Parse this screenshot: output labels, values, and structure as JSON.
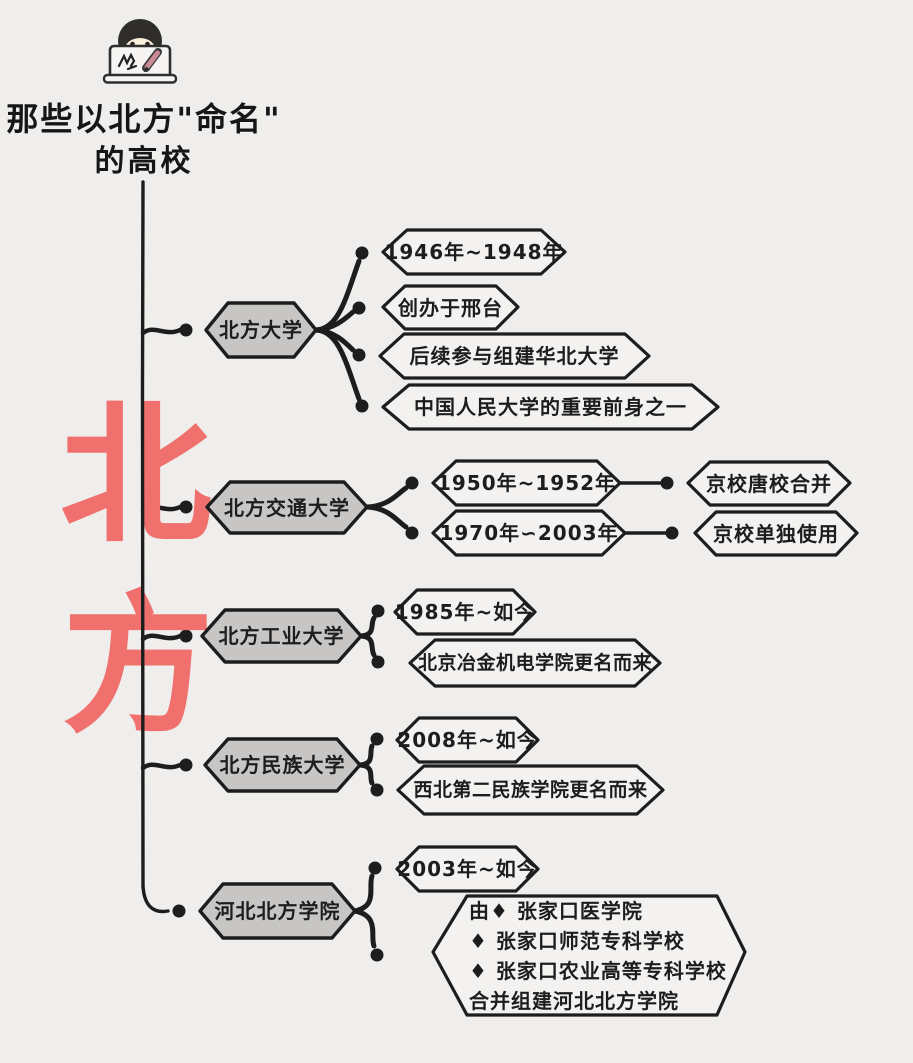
{
  "page": {
    "background": "#efeeec",
    "ink": "#1d1d1d",
    "node_fill": "#c7c6c4",
    "box_fill": "#f3f2f0",
    "accent_red": "#f0706e"
  },
  "header": {
    "icon": "person-at-laptop-icon",
    "title_line1": "那些以北方\"命名\"",
    "title_line2": "的高校"
  },
  "watermark": {
    "char1": "北",
    "char2": "方"
  },
  "branches": [
    {
      "label": "北方大学",
      "children": [
        "1946年~1948年",
        "创办于邢台",
        "后续参与组建华北大学",
        "中国人民大学的重要前身之一"
      ]
    },
    {
      "label": "北方交通大学",
      "children": [
        "1950年~1952年",
        "1970年∽2003年"
      ],
      "linked": [
        "京校唐校合并",
        "京校单独使用"
      ]
    },
    {
      "label": "北方工业大学",
      "children": [
        "1985年~如今",
        "北京冶金机电学院更名而来"
      ]
    },
    {
      "label": "北方民族大学",
      "children": [
        "2008年~如今",
        "西北第二民族学院更名而来"
      ]
    },
    {
      "label": "河北北方学院",
      "children": [
        "2003年~如今"
      ],
      "detail": [
        "由♦ 张家口医学院",
        "♦ 张家口师范专科学校",
        "♦ 张家口农业高等专科学校",
        "合并组建河北北方学院"
      ]
    }
  ]
}
